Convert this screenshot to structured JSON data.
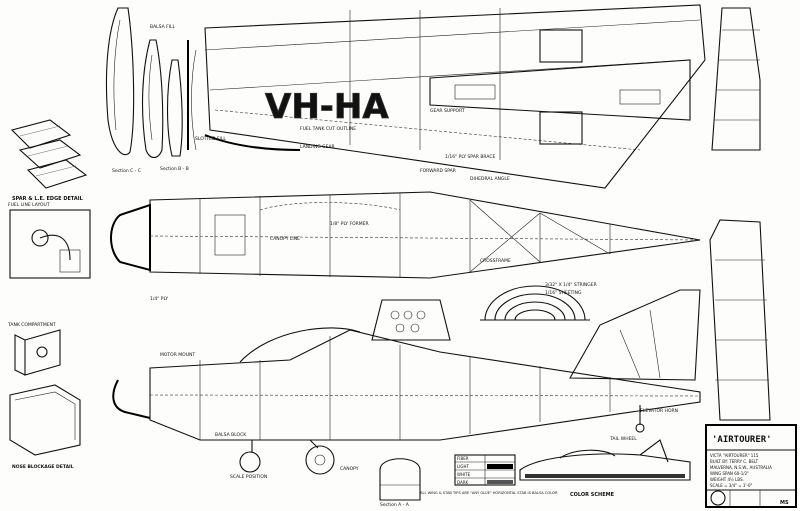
{
  "wing_labels": {
    "registration": "VH-HA",
    "spar_detail": "SPAR & L.E. EDGE DETAIL",
    "section_a": "Section A - A",
    "section_b": "Section B - B",
    "section_c": "Section C - C",
    "balsa_fill": "BALSA FILL",
    "fuel_tank_cut": "FUEL TANK CUT OUTLINE",
    "landing_gear": "LANDING GEAR",
    "gear_support": "GEAR SUPPORT",
    "slotted_fill": "SLOTTED FILL",
    "fuselage_spar": "FORWARD SPAR",
    "dihedral_angle": "DIHEDRAL ANGLE",
    "notes_top": "1/16\" PLY SPAR BRACE",
    "ply_detail": "1/4\" PLY"
  },
  "fuselage_labels": {
    "canopy_line": "CANOPY LINE",
    "ply_former": "1/8\" PLY FORMER",
    "crossframe": "CROSSFRAME",
    "stringer": "3/32\" X 1/4\" STRINGER",
    "sheeting": "1/16\" SHEETING",
    "fuel_tank": "FUEL LINE LAYOUT",
    "motor_mount": "MOTOR MOUNT",
    "nose_blockage": "NOSE BLOCKAGE DETAIL",
    "tank_compartment": "TANK COMPARTMENT",
    "balsa_block": "BALSA BLOCK",
    "canopy": "CANOPY",
    "scale_position": "SCALE POSITION",
    "tail_wheel": "TAIL WHEEL",
    "elevator_horn": "ELEVATOR HORN",
    "section_aa": "Section A - A",
    "color_scheme": "COLOR SCHEME",
    "dashed_note": "ALL WING & STAB TIPS ARE \"ANY GLUE\" HORIZONTAL STAB IS BALSA COLOR"
  },
  "title_block": {
    "name": "'AIRTOURER'",
    "maker": "VICTA \"AIRTOURER\" 115",
    "info": [
      "BUILT BY: TERRY C. BELT",
      "MALVERNA, N.S.W., AUSTRALIA",
      "WING SPAN 60-1/2\"",
      "WEIGHT 4½ LBS.",
      "SCALE = 3/4\" = 1'-0\""
    ],
    "legend": [
      "FIBER",
      "LIGHT",
      "WHITE",
      "DARK"
    ],
    "sheet_no": "MS"
  }
}
